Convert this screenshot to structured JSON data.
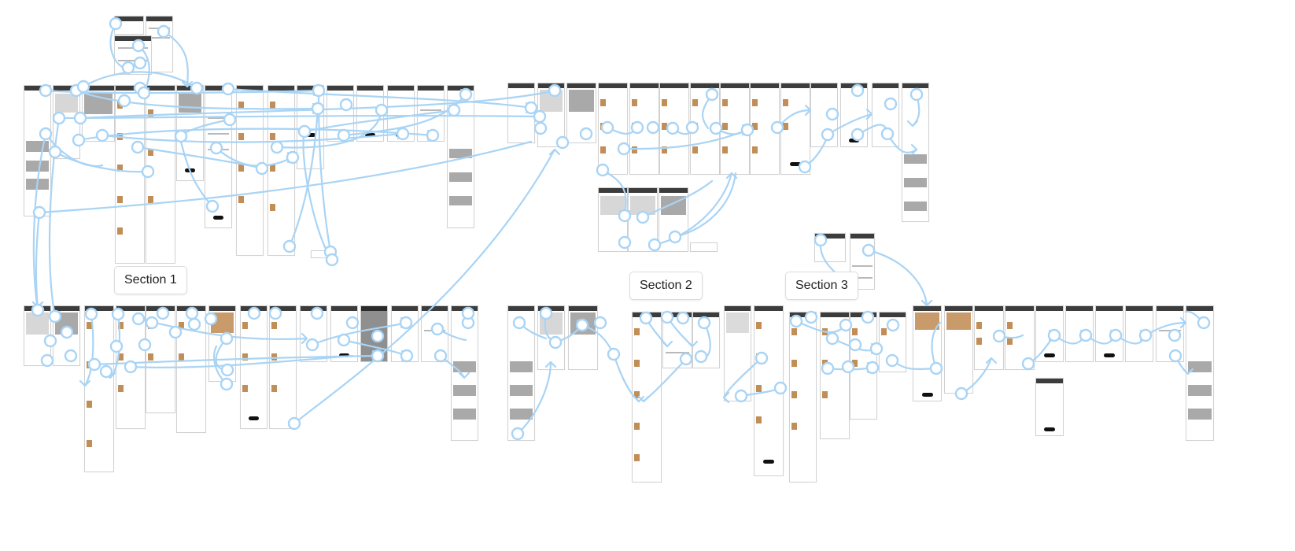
{
  "canvas": {
    "background_color": "#ffffff",
    "connector_color": "#a9d4f5",
    "sections": [
      {
        "label": "Section 1"
      },
      {
        "label": "Section 2"
      },
      {
        "label": "Section 3"
      }
    ]
  }
}
